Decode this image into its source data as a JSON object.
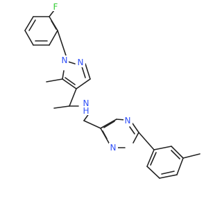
{
  "structure": {
    "atoms": {
      "fluorine": {
        "label": "F",
        "color": "#33cc33"
      },
      "pyrazole_n1": {
        "label": "N",
        "color": "#3050f8"
      },
      "pyrazole_n2": {
        "label": "N",
        "color": "#3050f8"
      },
      "amine": {
        "label": "N",
        "color": "#3050f8"
      },
      "amine_h": {
        "label": "H",
        "color": "#3050f8"
      },
      "pyrimidine_n1": {
        "label": "N",
        "color": "#3050f8"
      },
      "pyrimidine_n3": {
        "label": "N",
        "color": "#3050f8"
      }
    },
    "bond_color": "#222222"
  }
}
